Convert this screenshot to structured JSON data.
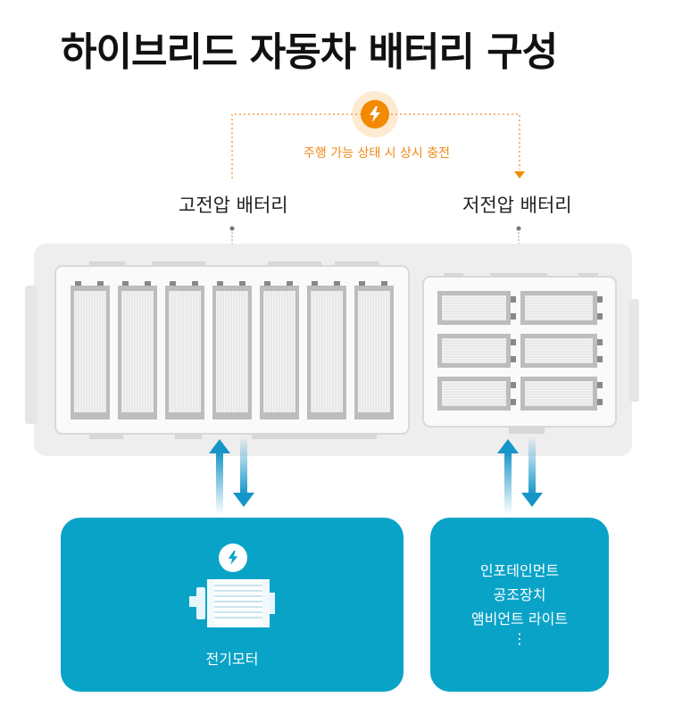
{
  "title": "하이브리드 자동차 배터리 구성",
  "charging_note": "주행 가능 상태 시 상시 충전",
  "high_voltage_label": "고전압 배터리",
  "low_voltage_label": "저전압 배터리",
  "motor_box": {
    "label": "전기모터"
  },
  "accessories_box": {
    "items": [
      "인포테인먼트",
      "공조장치",
      "앰비언트 라이트",
      "⋮"
    ]
  },
  "colors": {
    "accent_orange": "#f28a00",
    "box_blue": "#0aa3c8",
    "arrow_blue": "#1696c8"
  },
  "icons": [
    "lightning-bolt-icon",
    "electric-motor-icon",
    "bidirectional-arrow-icon"
  ]
}
